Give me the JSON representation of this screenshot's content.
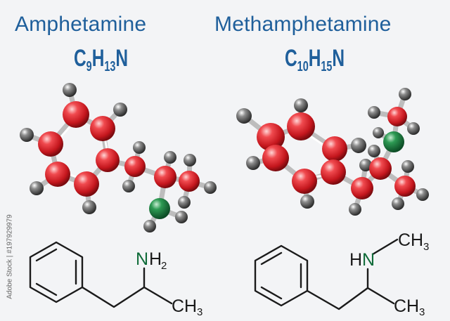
{
  "left": {
    "name": "Amphetamine",
    "formula": {
      "c": "C",
      "c_n": "9",
      "h": "H",
      "h_n": "13",
      "n": "N"
    },
    "labels": {
      "amine_n": "N",
      "amine_h": "H",
      "amine_h_n": "2",
      "methyl_c": "CH",
      "methyl_n": "3"
    }
  },
  "right": {
    "name": "Methamphetamine",
    "formula": {
      "c": "C",
      "c_n": "10",
      "h": "H",
      "h_n": "15",
      "n": "N"
    },
    "labels": {
      "amine_h": "H",
      "amine_n": "N",
      "nmethyl_c": "CH",
      "nmethyl_n": "3",
      "methyl_c": "CH",
      "methyl_n": "3"
    }
  },
  "watermark": "Adobe Stock | #197929979",
  "colors": {
    "title": "#1f5f9b",
    "carbon": "#d7282f",
    "hydrogen": "#6e6e6e",
    "nitrogen": "#1f7a3f",
    "bond": "#cfcfcf",
    "skeleton": "#1a1a1a",
    "nitrogen_label": "#0f6b39"
  }
}
